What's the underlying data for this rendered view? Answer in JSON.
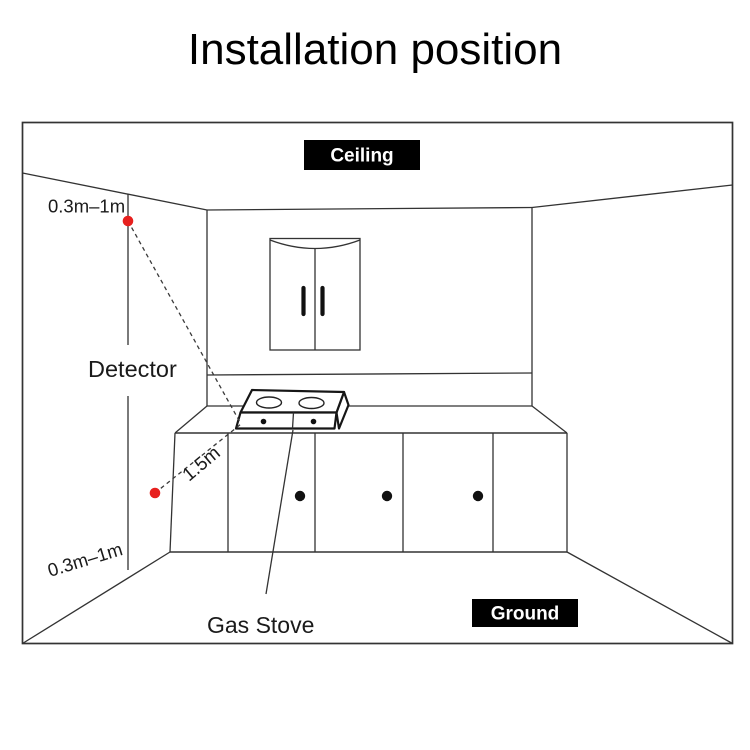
{
  "title": "Installation position",
  "labels": {
    "ceiling": "Ceiling",
    "ground": "Ground",
    "detector": "Detector",
    "gas_stove": "Gas Stove",
    "ceiling_distance": "0.3m–1m",
    "floor_distance": "0.3m–1m",
    "stove_distance": "1.5m"
  },
  "colors": {
    "line": "#333333",
    "stove_line": "#161616",
    "detector_marker": "#e7201e",
    "label_background": "#000000",
    "label_text": "#ffffff",
    "title_text": "#000000"
  }
}
